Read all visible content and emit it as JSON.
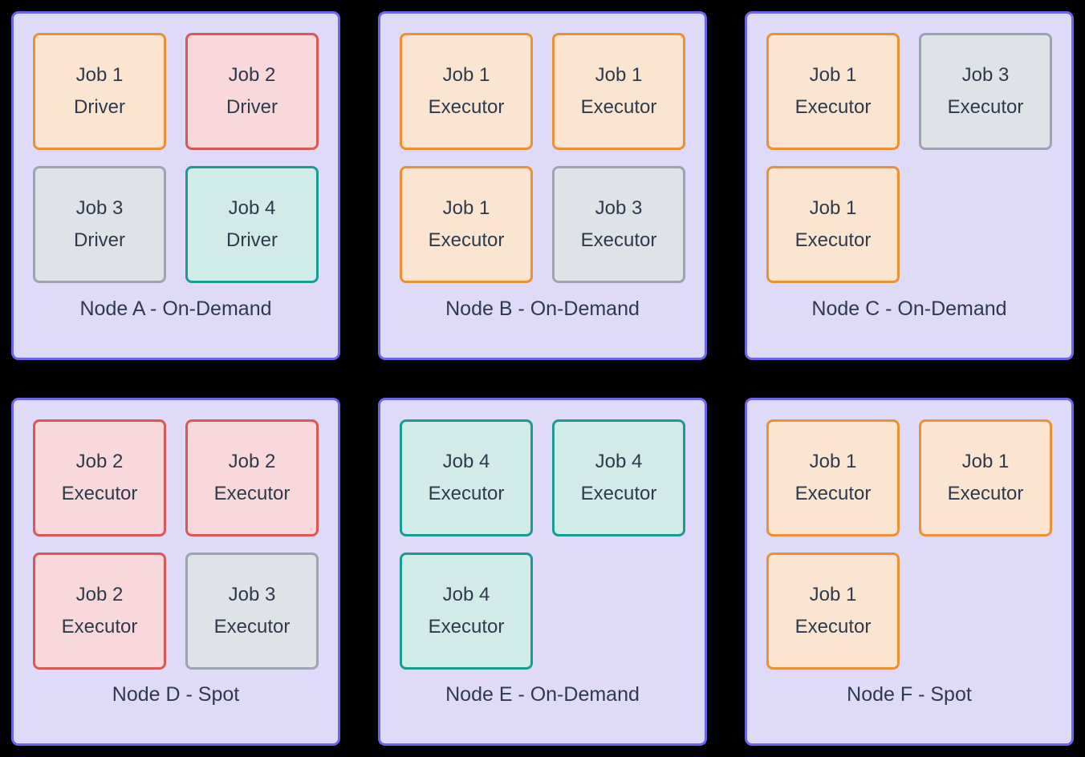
{
  "colors": {
    "background": "#000000",
    "node_fill": "#dedaf8",
    "node_border": "#6c66ee",
    "text": "#2e3a4c",
    "job_styles": {
      "job1": {
        "fill": "#fce5d0",
        "border": "#ec9036"
      },
      "job2": {
        "fill": "#f8d8da",
        "border": "#dd5757"
      },
      "job3": {
        "fill": "#dfe3e8",
        "border": "#9ba4b0"
      },
      "job4": {
        "fill": "#d0ebe8",
        "border": "#1b9c92"
      }
    }
  },
  "nodes": [
    {
      "label": "Node A - On-Demand",
      "jobs": [
        {
          "line1": "Job 1",
          "line2": "Driver",
          "style": "job1"
        },
        {
          "line1": "Job 2",
          "line2": "Driver",
          "style": "job2"
        },
        {
          "line1": "Job 3",
          "line2": "Driver",
          "style": "job3"
        },
        {
          "line1": "Job 4",
          "line2": "Driver",
          "style": "job4"
        }
      ]
    },
    {
      "label": "Node B - On-Demand",
      "jobs": [
        {
          "line1": "Job 1",
          "line2": "Executor",
          "style": "job1"
        },
        {
          "line1": "Job 1",
          "line2": "Executor",
          "style": "job1"
        },
        {
          "line1": "Job 1",
          "line2": "Executor",
          "style": "job1"
        },
        {
          "line1": "Job 3",
          "line2": "Executor",
          "style": "job3"
        }
      ]
    },
    {
      "label": "Node C - On-Demand",
      "jobs": [
        {
          "line1": "Job 1",
          "line2": "Executor",
          "style": "job1"
        },
        {
          "line1": "Job 3",
          "line2": "Executor",
          "style": "job3"
        },
        {
          "line1": "Job 1",
          "line2": "Executor",
          "style": "job1"
        }
      ]
    },
    {
      "label": "Node D - Spot",
      "jobs": [
        {
          "line1": "Job 2",
          "line2": "Executor",
          "style": "job2"
        },
        {
          "line1": "Job 2",
          "line2": "Executor",
          "style": "job2"
        },
        {
          "line1": "Job 2",
          "line2": "Executor",
          "style": "job2"
        },
        {
          "line1": "Job 3",
          "line2": "Executor",
          "style": "job3"
        }
      ]
    },
    {
      "label": "Node E - On-Demand",
      "jobs": [
        {
          "line1": "Job 4",
          "line2": "Executor",
          "style": "job4"
        },
        {
          "line1": "Job 4",
          "line2": "Executor",
          "style": "job4"
        },
        {
          "line1": "Job 4",
          "line2": "Executor",
          "style": "job4"
        }
      ]
    },
    {
      "label": "Node F - Spot",
      "jobs": [
        {
          "line1": "Job 1",
          "line2": "Executor",
          "style": "job1"
        },
        {
          "line1": "Job 1",
          "line2": "Executor",
          "style": "job1"
        },
        {
          "line1": "Job 1",
          "line2": "Executor",
          "style": "job1"
        }
      ]
    }
  ]
}
